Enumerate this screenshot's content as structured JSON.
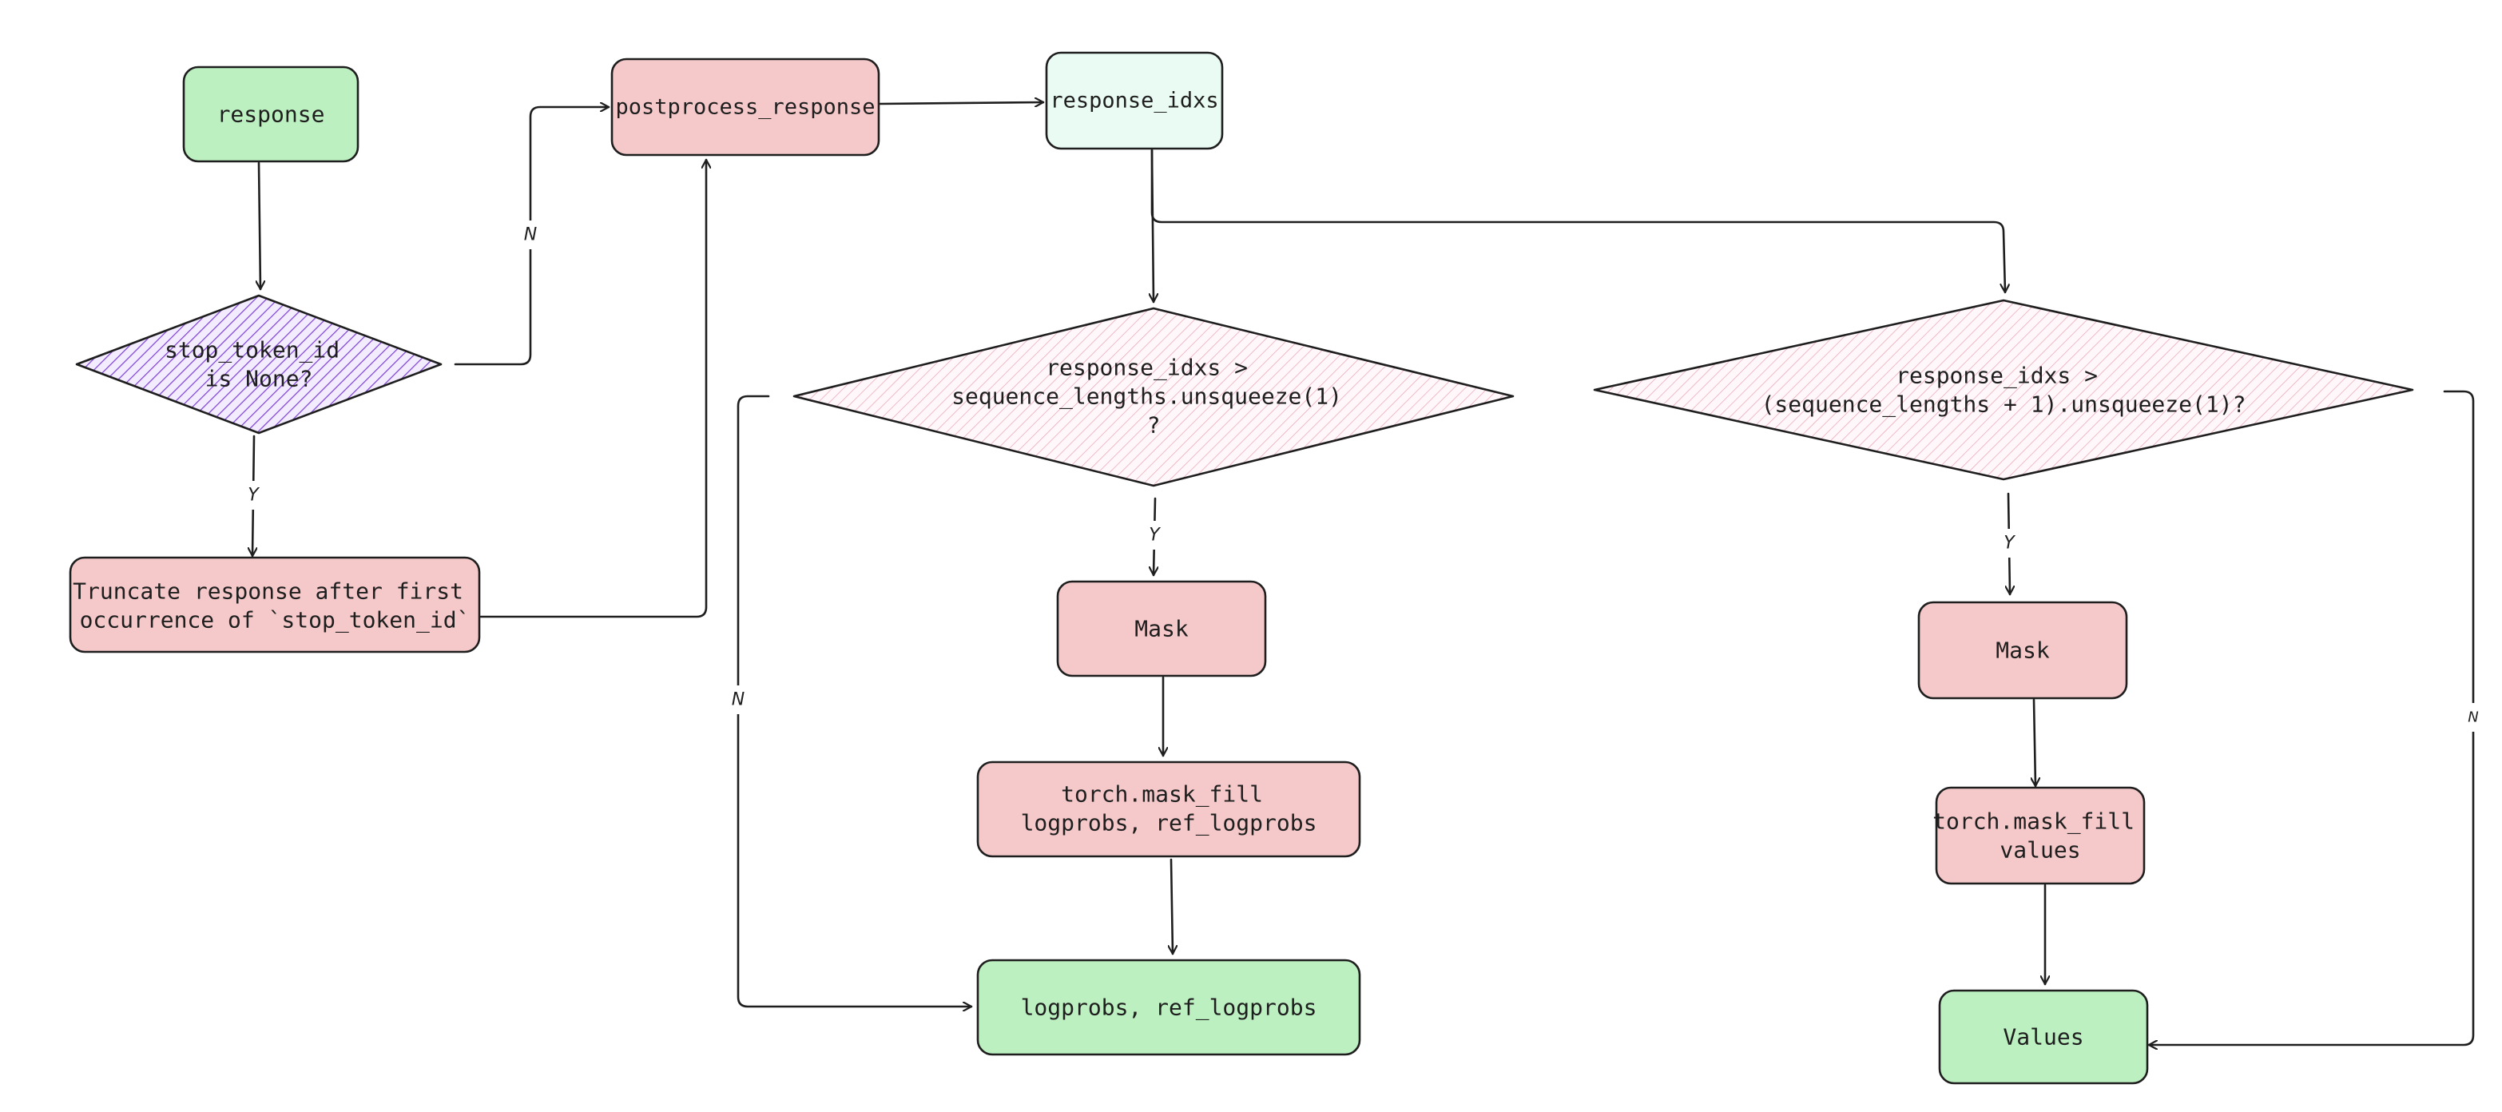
{
  "colors": {
    "green": "#bdf0c1",
    "pink": "#f5c9ca",
    "mint": "#e9fbf3",
    "purple": "#7b3fd4",
    "rose": "#e8a3b4",
    "stroke": "#1e1e1e"
  },
  "nodes": {
    "response": "response",
    "stop_check": [
      "stop_token_id",
      "is None?"
    ],
    "truncate": [
      "Truncate response after first",
      "occurrence of `stop_token_id`"
    ],
    "postprocess": "postprocess_response",
    "response_idxs": "response_idxs",
    "cmp_logprobs": [
      "response_idxs >",
      "sequence_lengths.unsqueeze(1)",
      "?"
    ],
    "cmp_values": [
      "response_idxs >",
      "(sequence_lengths + 1).unsqueeze(1)?"
    ],
    "mask_left": "Mask",
    "fill_logprobs": [
      "torch.mask_fill",
      "logprobs, ref_logprobs"
    ],
    "out_logprobs": "logprobs, ref_logprobs",
    "mask_right": "Mask",
    "fill_values": [
      "torch.mask_fill",
      "values"
    ],
    "out_values": "Values"
  },
  "edge_labels": {
    "stop_no": "N",
    "stop_yes": "Y",
    "logprobs_yes": "Y",
    "logprobs_no": "N",
    "values_yes": "Y",
    "values_no": "N"
  }
}
